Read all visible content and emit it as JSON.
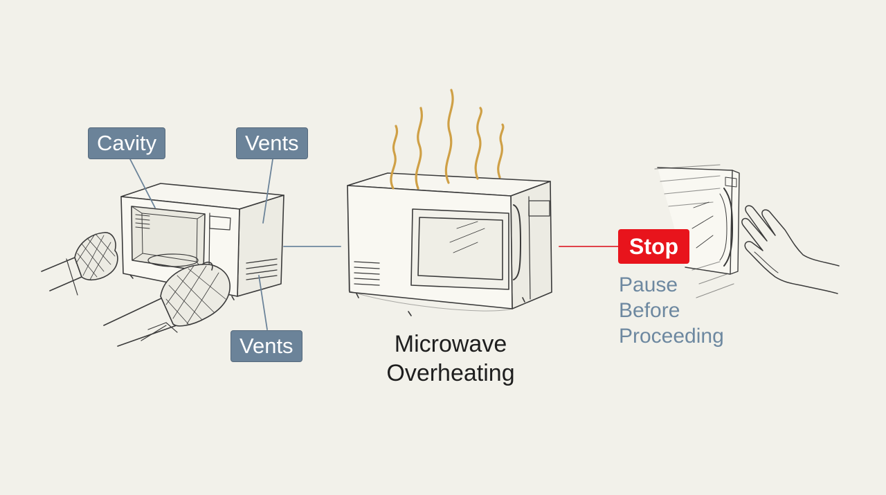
{
  "labels": {
    "cavity": "Cavity",
    "vents_top": "Vents",
    "vents_bottom": "Vents"
  },
  "center": {
    "title_line1": "Microwave",
    "title_line2": "Overheating"
  },
  "action": {
    "stop": "Stop",
    "sub_line1": "Pause",
    "sub_line2": "Before",
    "sub_line3": "Proceeding"
  },
  "colors": {
    "background": "#f2f1ea",
    "tag": "#6b8399",
    "stop": "#e8141c",
    "steam": "#cfa046",
    "sub_text": "#6d88a0",
    "connector": "#7e95a8"
  },
  "icons": [
    "oven-mitt-icon",
    "steam-icon",
    "stop-hand-icon"
  ]
}
